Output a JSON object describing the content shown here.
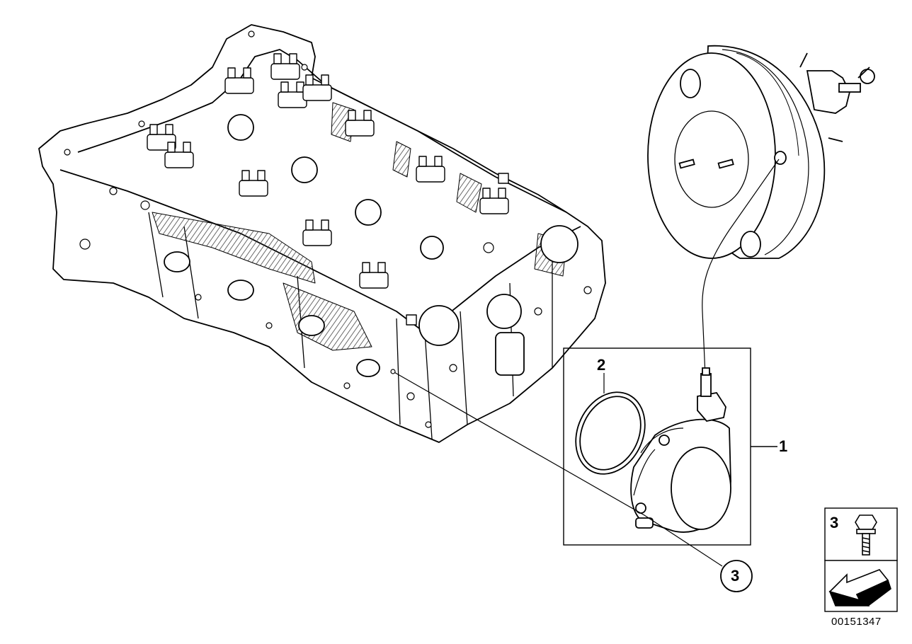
{
  "callouts": {
    "part_1": "1",
    "part_2": "2",
    "part_3_circle": "3",
    "legend_part_3": "3"
  },
  "reference_number": "00151347",
  "colors": {
    "line": "#000000",
    "background": "#ffffff",
    "hatch": "#444444"
  },
  "icons": {
    "engine_block": "cylinder-head-icon",
    "brake_booster": "brake-booster-icon",
    "vacuum_pump": "vacuum-pump-icon",
    "seal_ring": "o-ring-icon",
    "bolt": "bolt-icon",
    "arrow": "direction-arrow-icon"
  }
}
